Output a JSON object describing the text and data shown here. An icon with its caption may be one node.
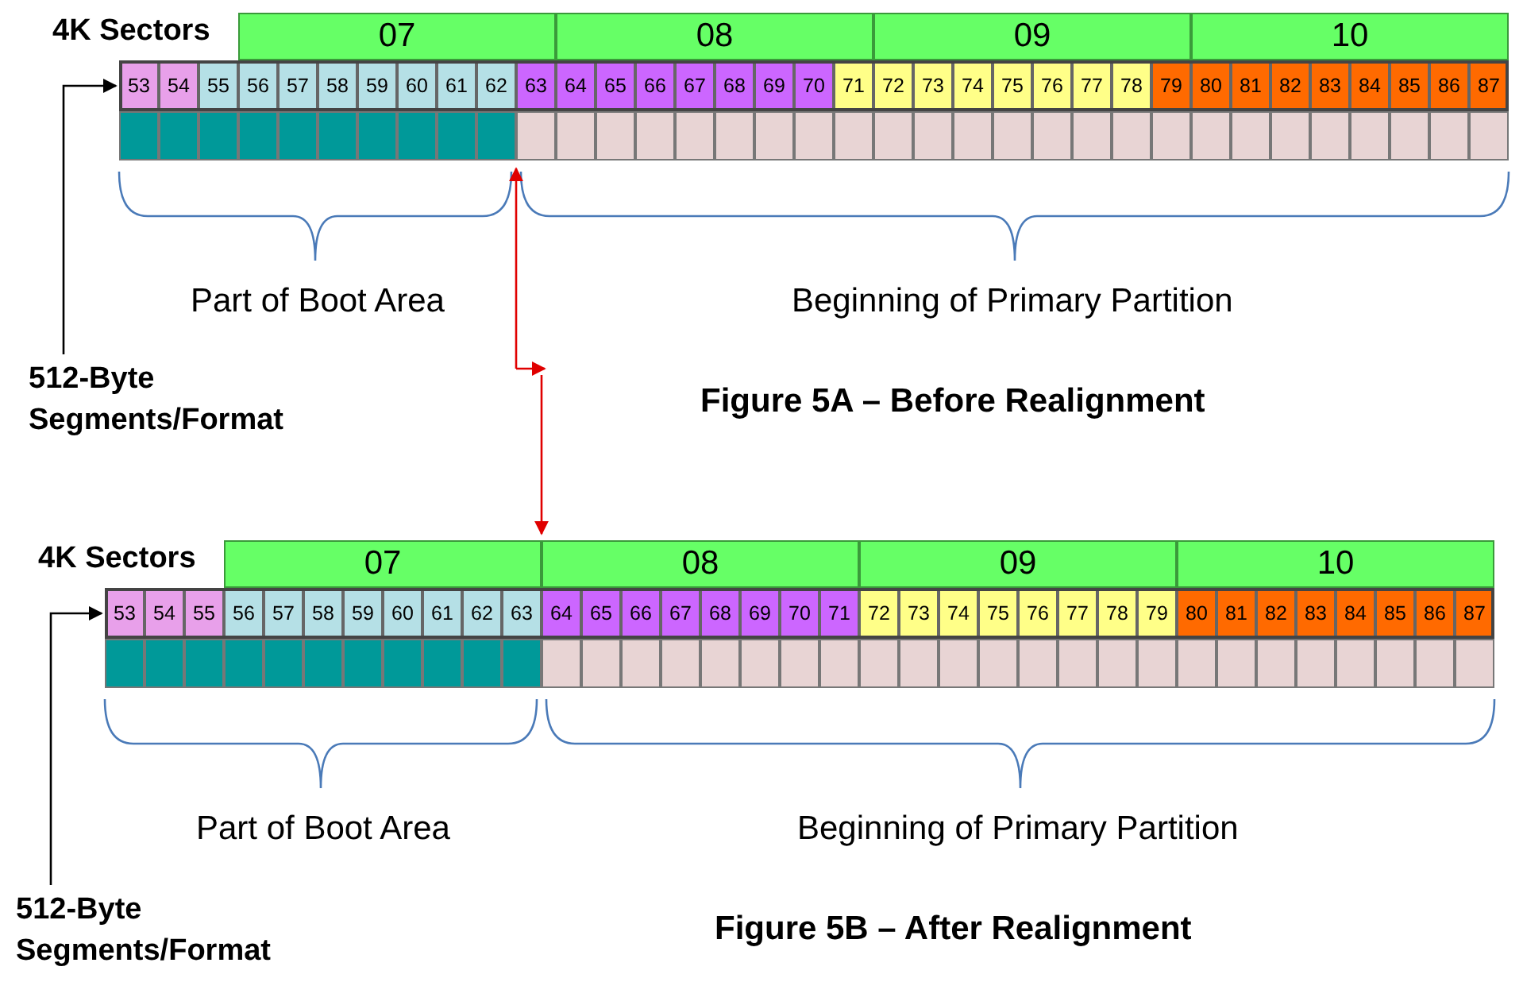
{
  "diagram": {
    "nodes": [
      {
        "text": [
          "512-Byte Segments/Format"
        ]
      },
      {
        "text": [],
        "shape": "bar"
      },
      {
        "text": [
          "512-Byte Segments/Format"
        ]
      },
      {
        "text": [],
        "shape": "bar"
      }
    ],
    "edges": [
      {
        "from": 0,
        "to": 1,
        "arrow": "to"
      },
      {
        "from": 2,
        "to": 3,
        "arrow": "to"
      }
    ],
    "labels": [
      "4K Sectors",
      "07",
      "08",
      "09",
      "10",
      "53",
      "54",
      "55",
      "56",
      "57",
      "58",
      "59",
      "60",
      "61",
      "62",
      "63",
      "64",
      "65",
      "66",
      "67",
      "68",
      "69",
      "70",
      "71",
      "72",
      "73",
      "74",
      "75",
      "76",
      "77",
      "78",
      "79",
      "80",
      "81",
      "82",
      "83",
      "84",
      "85",
      "86",
      "87",
      "Part of Boot Area",
      "Beginning of Primary Partition",
      "Figure 5A – Before Realignment",
      "4K Sectors",
      "07",
      "08",
      "09",
      "10",
      "53",
      "54",
      "55",
      "56",
      "57",
      "58",
      "59",
      "60",
      "61",
      "62",
      "63",
      "64",
      "65",
      "66",
      "67",
      "68",
      "69",
      "70",
      "71",
      "72",
      "73",
      "74",
      "75",
      "76",
      "77",
      "78",
      "79",
      "80",
      "81",
      "82",
      "83",
      "84",
      "85",
      "86",
      "87",
      "Part of Boot Area",
      "Beginning of Primary Partition",
      "Figure 5B – After Realignment"
    ]
  }
}
